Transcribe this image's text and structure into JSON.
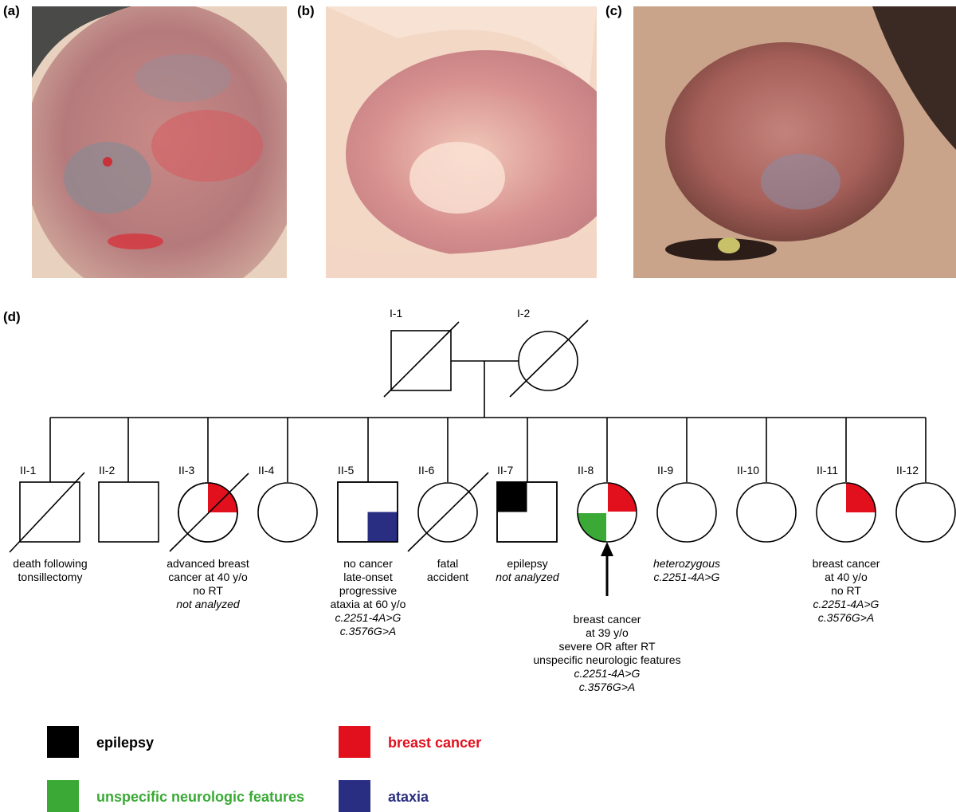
{
  "panels": {
    "a": "(a)",
    "b": "(b)",
    "c": "(c)",
    "d": "(d)"
  },
  "pedigree": {
    "gen1": [
      {
        "id": "I-1"
      },
      {
        "id": "I-2"
      }
    ],
    "gen2": [
      {
        "id": "II-1",
        "lines": [
          "death following",
          "tonsillectomy"
        ],
        "italic": []
      },
      {
        "id": "II-2",
        "lines": [],
        "italic": []
      },
      {
        "id": "II-3",
        "lines": [
          "advanced breast",
          "cancer at 40 y/o",
          "no RT"
        ],
        "italic": [
          "not analyzed"
        ]
      },
      {
        "id": "II-4",
        "lines": [],
        "italic": []
      },
      {
        "id": "II-5",
        "lines": [
          "no cancer",
          "late-onset",
          "progressive",
          "ataxia at 60 y/o"
        ],
        "italic": [
          "c.2251-4A>G",
          "c.3576G>A"
        ]
      },
      {
        "id": "II-6",
        "lines": [
          "fatal",
          "accident"
        ],
        "italic": []
      },
      {
        "id": "II-7",
        "lines": [
          "epilepsy"
        ],
        "italic": [
          "not analyzed"
        ]
      },
      {
        "id": "II-8",
        "lines": [
          "breast cancer",
          "at 39 y/o",
          "severe OR after RT",
          "unspecific neurologic features"
        ],
        "italic": [
          "c.2251-4A>G",
          "c.3576G>A"
        ]
      },
      {
        "id": "II-9",
        "lines": [],
        "italic": [
          "heterozygous",
          "c.2251-4A>G"
        ]
      },
      {
        "id": "II-10",
        "lines": [],
        "italic": []
      },
      {
        "id": "II-11",
        "lines": [
          "breast cancer",
          "at 40 y/o",
          "no RT"
        ],
        "italic": [
          "c.2251-4A>G",
          "c.3576G>A"
        ]
      },
      {
        "id": "II-12",
        "lines": [],
        "italic": []
      }
    ]
  },
  "legend": {
    "epilepsy": {
      "label": "epilepsy",
      "color": "#000000"
    },
    "breast_cancer": {
      "label": "breast cancer",
      "color": "#e2101d"
    },
    "neuro": {
      "label": "unspecific neurologic features",
      "color": "#3aa935"
    },
    "ataxia": {
      "label": "ataxia",
      "color": "#2a2e82"
    }
  }
}
